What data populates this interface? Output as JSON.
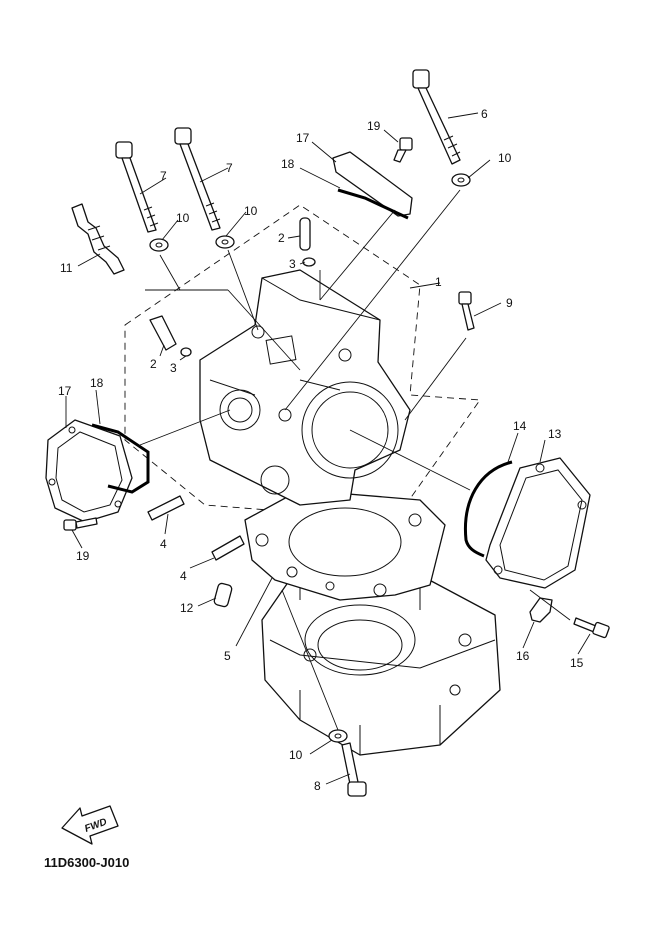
{
  "diagram_code": "11D6300-J010",
  "fwd_label": "FWD",
  "callouts": {
    "c1": "1",
    "c2a": "2",
    "c2b": "2",
    "c3a": "3",
    "c3b": "3",
    "c4a": "4",
    "c4b": "4",
    "c5": "5",
    "c6": "6",
    "c7a": "7",
    "c7b": "7",
    "c8": "8",
    "c9": "9",
    "c10a": "10",
    "c10b": "10",
    "c10c": "10",
    "c10d": "10",
    "c11": "11",
    "c12": "12",
    "c13": "13",
    "c14": "14",
    "c15": "15",
    "c16": "16",
    "c17a": "17",
    "c17b": "17",
    "c18a": "18",
    "c18b": "18",
    "c19a": "19",
    "c19b": "19"
  },
  "icons": [
    "spark-plug-icon",
    "bolt-icon",
    "washer-icon",
    "gasket-icon",
    "fwd-arrow-icon"
  ]
}
